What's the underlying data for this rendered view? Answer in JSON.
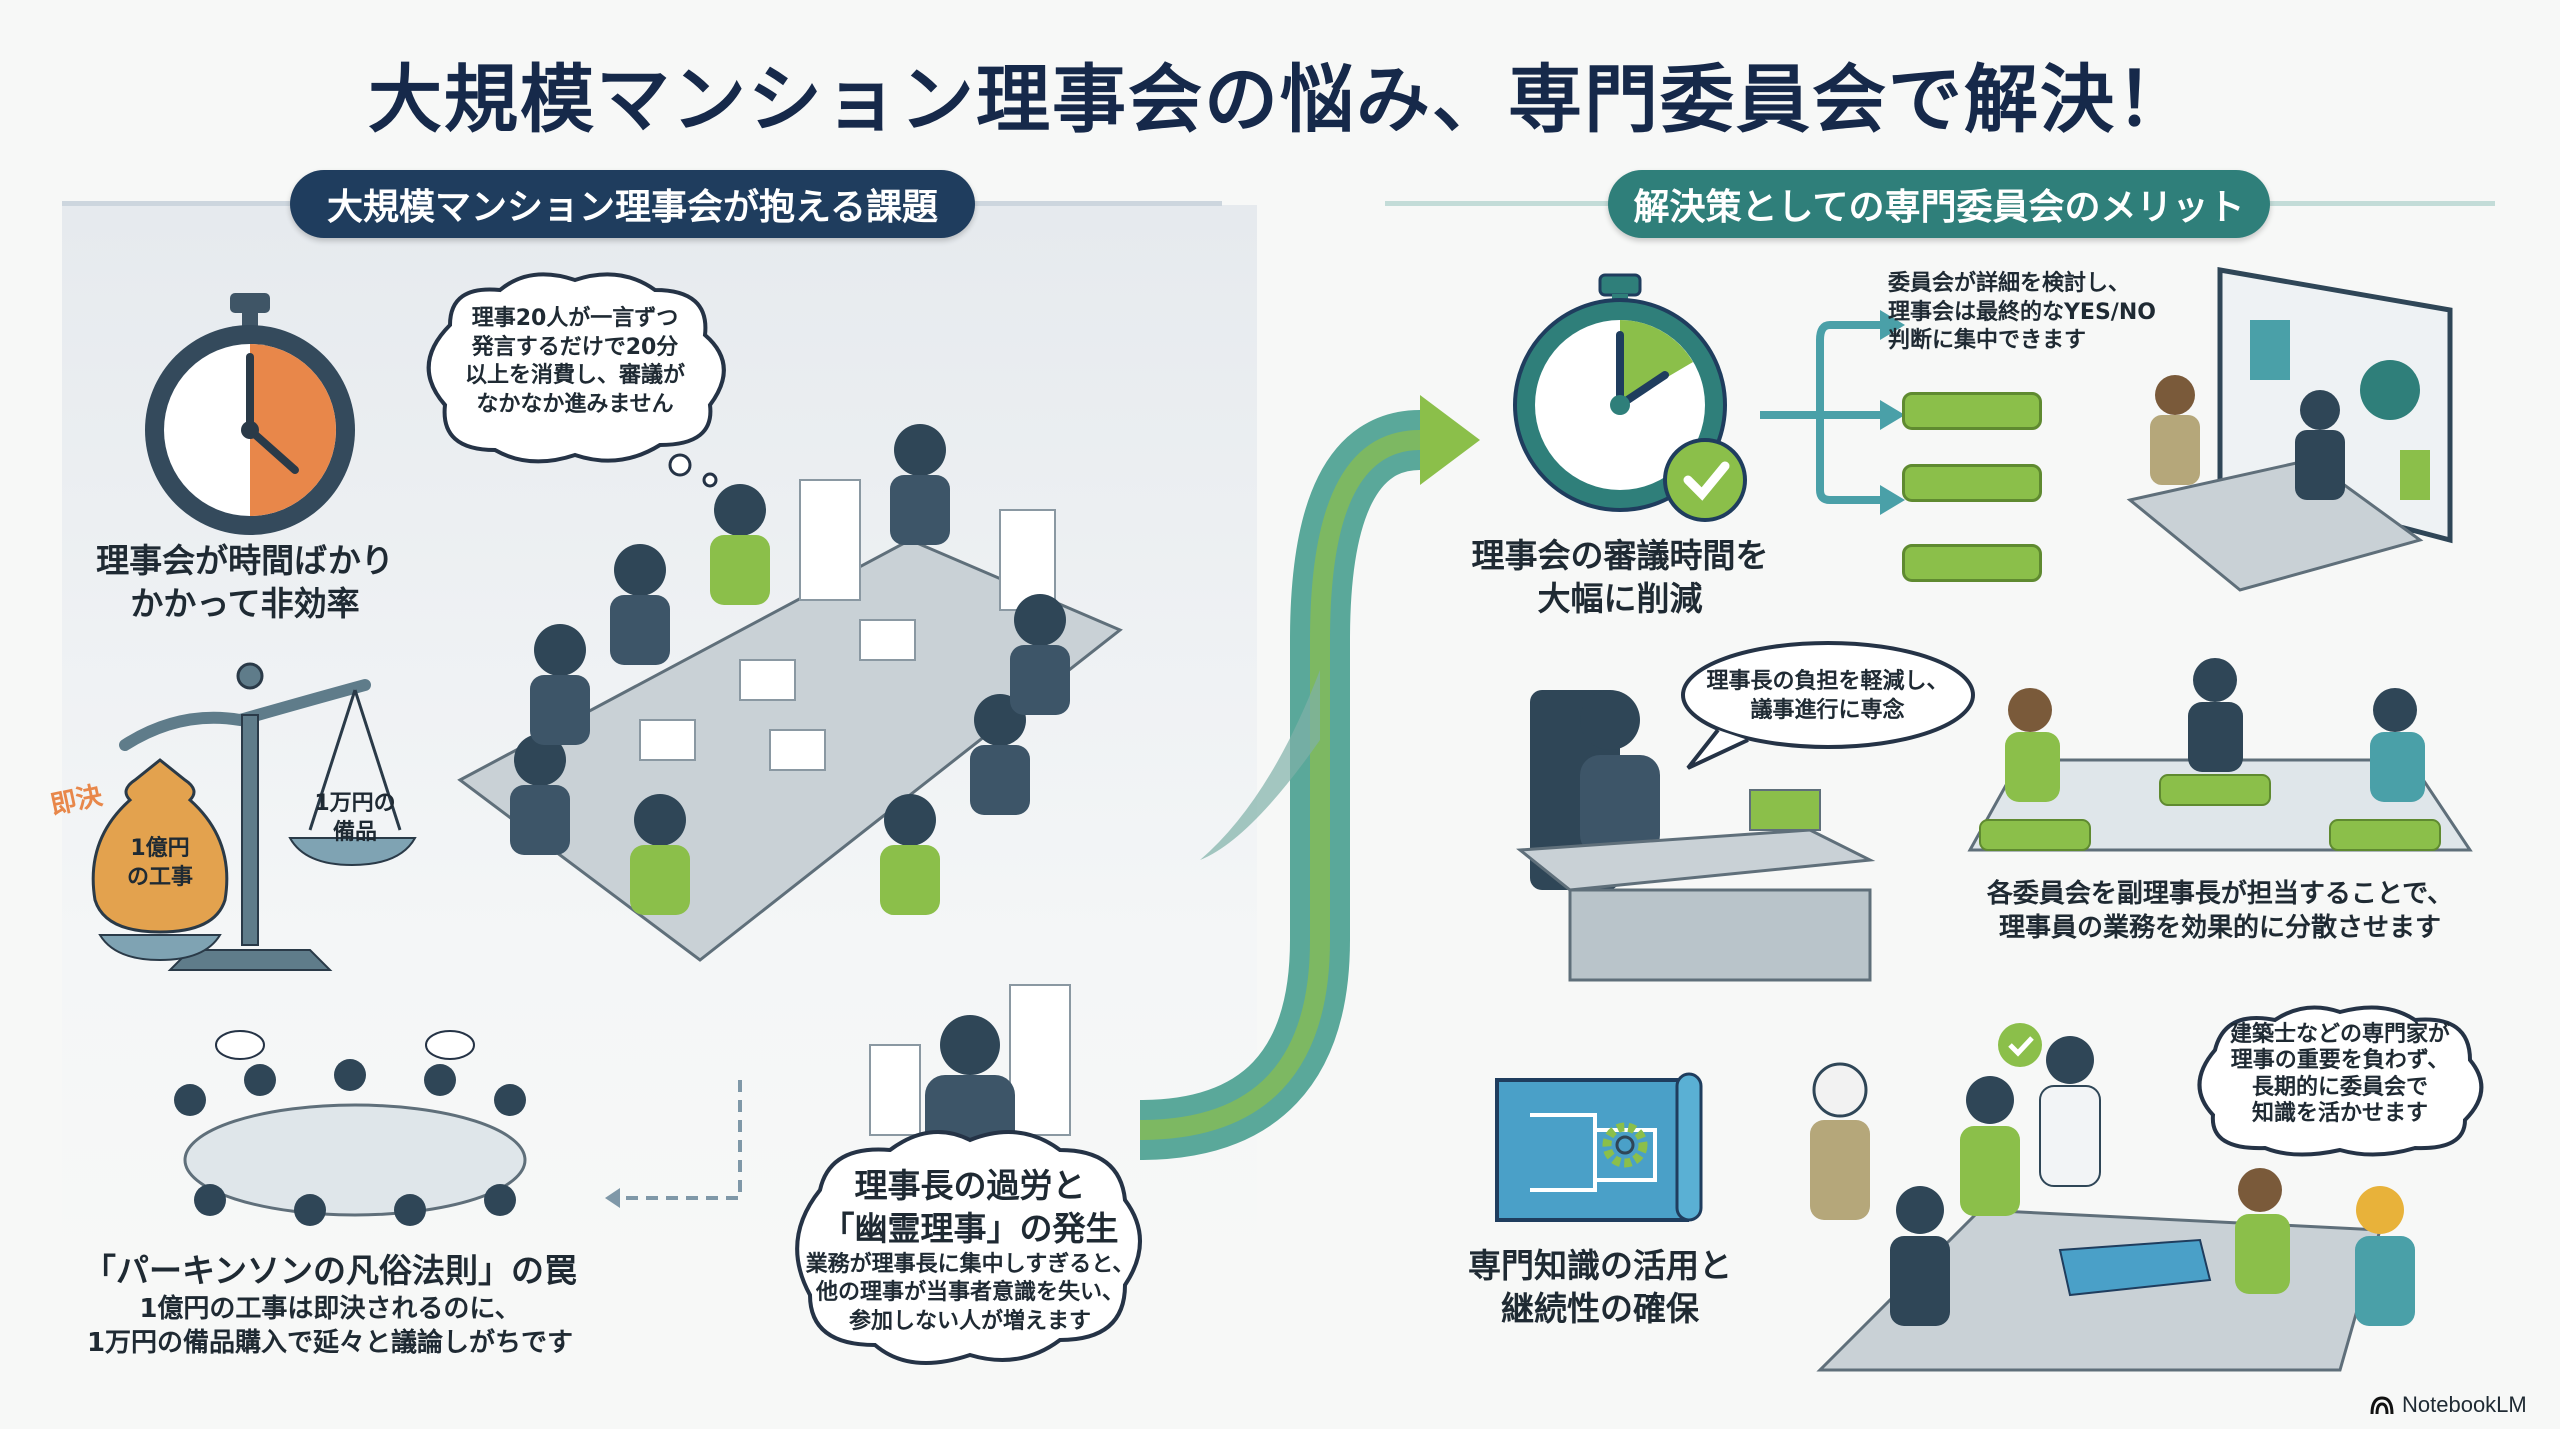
{
  "title": "大規模マンション理事会の悩み、専門委員会で解決！",
  "left_section": {
    "header": "大規模マンション理事会が抱える課題",
    "time_issue": {
      "line1": "理事会が時間ばかり",
      "line2": "かかって非効率"
    },
    "meeting_bubble": [
      "理事20人が一言ずつ",
      "発言するだけで20分",
      "以上を消費し、審議が",
      "なかなか進みません"
    ],
    "scale": {
      "instant_label": "即決",
      "heavy_bag": [
        "1億円",
        "の工事"
      ],
      "light_pan": [
        "1万円の",
        "備品"
      ]
    },
    "parkinson": {
      "heading": "「パーキンソンの凡俗法則」の罠",
      "line1": "1億円の工事は即決されるのに、",
      "line2": "1万円の備品購入で延々と議論しがちです"
    },
    "chairman": {
      "heading1": "理事長の過労と",
      "heading2": "「幽霊理事」の発生",
      "line1": "業務が理事長に集中しすぎると、",
      "line2": "他の理事が当事者意識を失い、",
      "line3": "参加しない人が増えます"
    }
  },
  "right_section": {
    "header": "解決策としての専門委員会のメリット",
    "time_reduction": {
      "line1": "理事会の審議時間を",
      "line2": "大幅に削減"
    },
    "committee_detail": [
      "委員会が詳細を検討し、",
      "理事会は最終的なYES/NO",
      "判断に集中できます"
    ],
    "chairman_bubble": [
      "理事長の負担を軽減し、",
      "議事進行に専念"
    ],
    "distribution": {
      "line1": "各委員会を副理事長が担当することで、",
      "line2": "理事員の業務を効果的に分散させます"
    },
    "expertise": {
      "line1": "専門知識の活用と",
      "line2": "継続性の確保"
    },
    "expert_bubble": [
      "建築士などの専門家が",
      "理事の重要を負わず、",
      "長期的に委員会で",
      "知識を活かせます"
    ]
  },
  "branding": "NotebookLM",
  "colors": {
    "navy": "#1f3d5e",
    "teal": "#2f7f7a",
    "green": "#8bbf4a",
    "orange": "#e8874a"
  }
}
